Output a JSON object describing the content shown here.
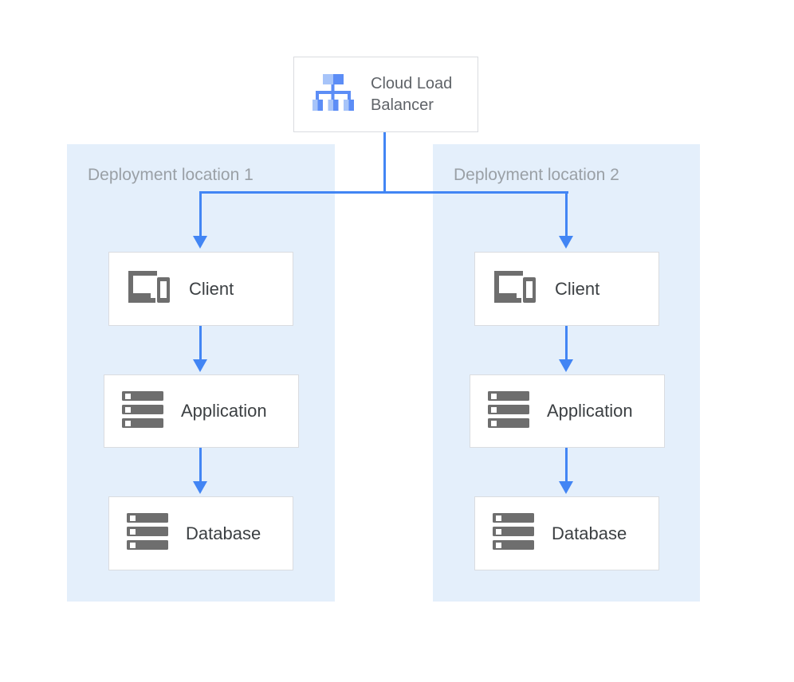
{
  "diagram": {
    "title_node": {
      "label": "Cloud Load Balancer",
      "icon": "load-balancer-icon"
    },
    "zones": [
      {
        "label": "Deployment location 1"
      },
      {
        "label": "Deployment location 2"
      }
    ],
    "nodes": [
      {
        "label": "Client",
        "icon": "client-devices-icon"
      },
      {
        "label": "Application",
        "icon": "server-stack-icon"
      },
      {
        "label": "Database",
        "icon": "server-stack-icon"
      }
    ],
    "colors": {
      "zone_background": "#E4EFFB",
      "connector_blue": "#4285F4",
      "icon_blue_dark": "#5C8DF6",
      "icon_blue_light": "#A7C4F9",
      "icon_gray": "#6E6E6E",
      "box_border": "#DADCE0",
      "label_text": "#3C4043",
      "muted_text": "#9AA0A6",
      "title_text": "#5F6368",
      "canvas_background": "#FFFFFF"
    }
  }
}
